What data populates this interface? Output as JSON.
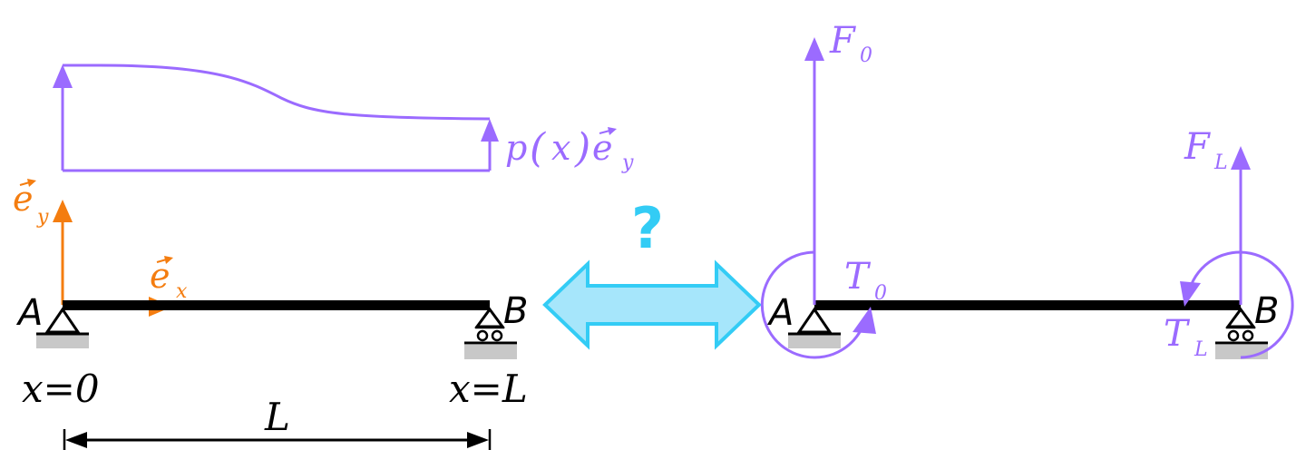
{
  "colors": {
    "load": "#9b6bff",
    "basis": "#f47d10",
    "equivalence": "#33ccf5",
    "equivalence_fill": "#a6e6fb",
    "beam": "#000000",
    "ground": "#c8c8c8"
  },
  "left": {
    "point_a": "A",
    "point_b": "B",
    "load_label": "p(x)e_y",
    "load_parts": {
      "p": "p",
      "open": "(",
      "x": "x",
      "close": ")",
      "e": "e",
      "sub": "y"
    },
    "basis_y": {
      "e": "e",
      "sub": "y"
    },
    "basis_x": {
      "e": "e",
      "sub": "x"
    },
    "x0_label": "x=0",
    "xL_label": "x=L",
    "length_label": "L"
  },
  "equivalence": {
    "question_mark": "?"
  },
  "right": {
    "point_a": "A",
    "point_b": "B",
    "force_0": {
      "name": "F",
      "sub": "0"
    },
    "force_L": {
      "name": "F",
      "sub": "L"
    },
    "torque_0": {
      "name": "T",
      "sub": "0"
    },
    "torque_L": {
      "name": "T",
      "sub": "L"
    }
  }
}
